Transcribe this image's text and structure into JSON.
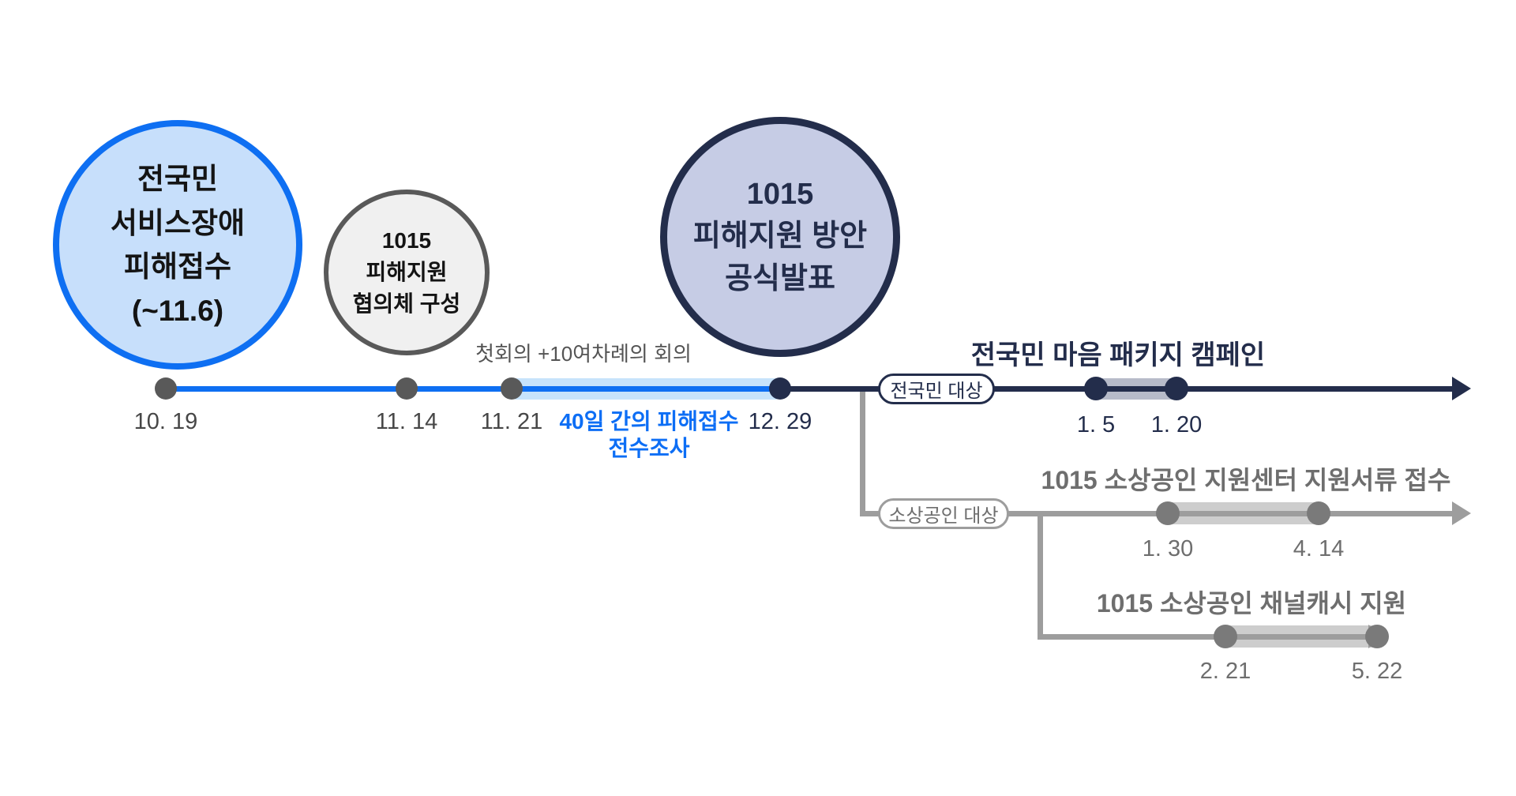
{
  "colors": {
    "primary_blue": "#0E6FF2",
    "light_blue_fill": "#C7DFFB",
    "highlight_band_blue": "#C7E3FB",
    "navy": "#232D4B",
    "periwinkle_fill": "#C6CCE5",
    "gray_circle_border": "#595959",
    "gray_circle_fill": "#F0F0F0",
    "gray_line": "#9D9D9D",
    "gray_branch_dot": "#7A7A7A",
    "band_gray": "#CDCDCD",
    "band_navy_gray": "#B7BBC9",
    "text_gray": "#6E6E6E",
    "text_dark_gray": "#474747"
  },
  "phases": [
    {
      "lines": [
        "전국민",
        "서비스장애",
        "피해접수",
        "(~11.6)"
      ]
    },
    {
      "lines": [
        "1015",
        "피해지원",
        "협의체 구성"
      ]
    },
    {
      "lines": [
        "1015",
        "피해지원 방안",
        "공식발표"
      ]
    }
  ],
  "timeline": {
    "dates": [
      "10. 19",
      "11. 14",
      "11. 21",
      "12. 29"
    ],
    "meeting_note": "첫회의 +10여차례의 회의",
    "survey_note": [
      "40일 간의 피해접수",
      "전수조사"
    ]
  },
  "branches": [
    {
      "pill": "전국민 대상",
      "title": "전국민 마음 패키지 캠페인",
      "start_date": "1. 5",
      "end_date": "1. 20"
    },
    {
      "pill": "소상공인 대상",
      "title": "1015 소상공인 지원센터 지원서류 접수",
      "start_date": "1. 30",
      "end_date": "4. 14"
    },
    {
      "title": "1015 소상공인 채널캐시 지원",
      "start_date": "2. 21",
      "end_date": "5. 22"
    }
  ]
}
